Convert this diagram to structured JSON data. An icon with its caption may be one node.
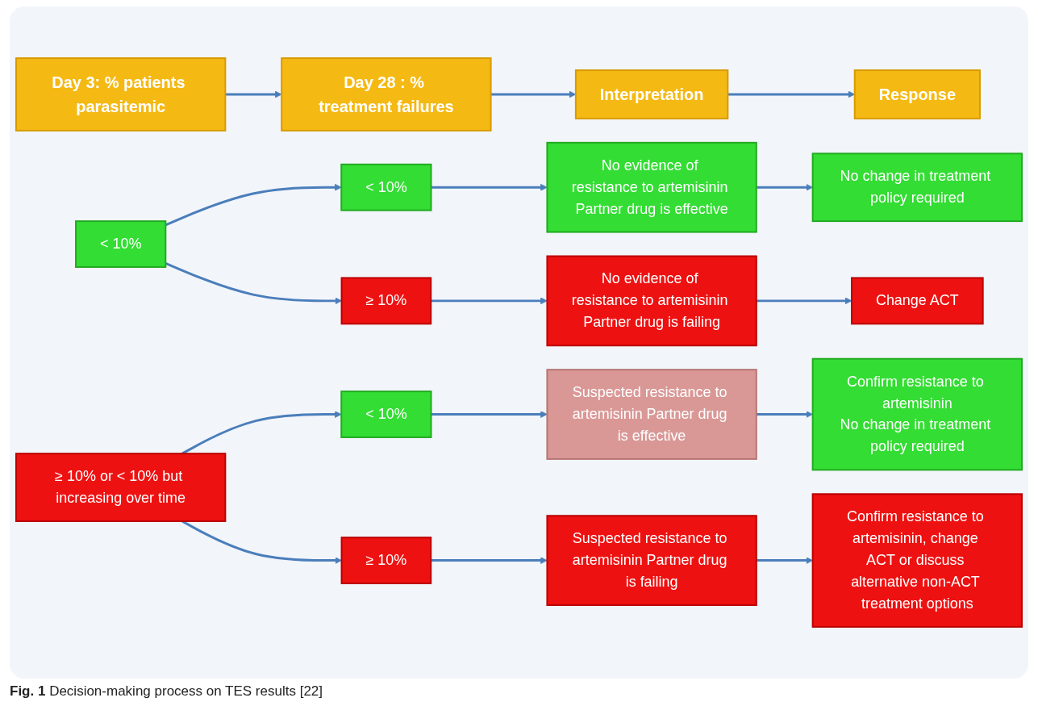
{
  "diagram": {
    "caption": "**Fig. 1** Decision-making process on TES results [22]",
    "nodes": [
      {
        "text": [
          "Day 3: % patients parasitemic"
        ]
      },
      {
        "text": [
          "Day 28 : % treatment failures"
        ]
      },
      {
        "text": [
          "Interpretation"
        ]
      },
      {
        "text": [
          "Response"
        ]
      },
      {
        "text": [
          "< 10%"
        ]
      },
      {
        "text": [
          "< 10%"
        ]
      },
      {
        "text": [
          "No evidence of resistance to artemisinin Partner drug is effective"
        ]
      },
      {
        "text": [
          "No change in treatment policy required"
        ]
      },
      {
        "text": [
          "≥ 10%"
        ]
      },
      {
        "text": [
          "No evidence of resistance to artemisinin Partner drug is failing"
        ]
      },
      {
        "text": [
          "Change ACT"
        ]
      },
      {
        "text": [
          "≥ 10% or < 10% but increasing over time"
        ]
      },
      {
        "text": [
          "< 10%"
        ]
      },
      {
        "text": [
          "Suspected resistance to artemisinin Partner drug is effective"
        ]
      },
      {
        "text": [
          "Confirm resistance to artemisinin",
          "No change in treatment policy required"
        ]
      },
      {
        "text": [
          "≥ 10%"
        ]
      },
      {
        "text": [
          "Suspected resistance to artemisinin Partner drug is failing"
        ]
      },
      {
        "text": [
          "Confirm resistance to artemisinin, change ACT or discuss alternative non-ACT treatment options"
        ]
      }
    ],
    "edges": [
      {
        "from": 0,
        "to": 1,
        "arrow": "to"
      },
      {
        "from": 1,
        "to": 2,
        "arrow": "to"
      },
      {
        "from": 2,
        "to": 3,
        "arrow": "to"
      },
      {
        "from": 4,
        "to": 5,
        "arrow": "to"
      },
      {
        "from": 4,
        "to": 8,
        "arrow": "to"
      },
      {
        "from": 5,
        "to": 6,
        "arrow": "to"
      },
      {
        "from": 6,
        "to": 7,
        "arrow": "to"
      },
      {
        "from": 8,
        "to": 9,
        "arrow": "to"
      },
      {
        "from": 9,
        "to": 10,
        "arrow": "to"
      },
      {
        "from": 11,
        "to": 12,
        "arrow": "to"
      },
      {
        "from": 11,
        "to": 15,
        "arrow": "to"
      },
      {
        "from": 12,
        "to": 13,
        "arrow": "to"
      },
      {
        "from": 13,
        "to": 14,
        "arrow": "to"
      },
      {
        "from": 15,
        "to": 16,
        "arrow": "to"
      },
      {
        "from": 16,
        "to": 17,
        "arrow": "to"
      }
    ]
  }
}
